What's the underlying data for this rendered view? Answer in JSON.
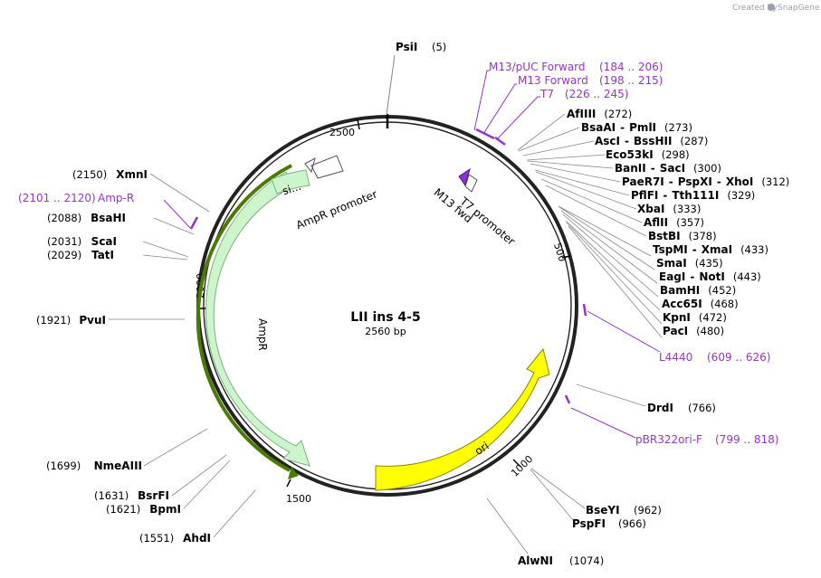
{
  "credit": {
    "created_by": "Created by",
    "brand": "SnapGene"
  },
  "plasmid": {
    "name": "LII ins 4-5",
    "size_label": "2560 bp"
  },
  "ticks": [
    "500",
    "1000",
    "1500",
    "2000",
    "2500"
  ],
  "features": {
    "ampr": "AmpR",
    "ampr_promoter": "AmpR promoter",
    "signal": "si...",
    "ori": "ori",
    "t7_promoter": "T7 promoter",
    "m13_fwd": "M13 fwd"
  },
  "sites_right": [
    {
      "name": "AfIIII",
      "pos": "(272)"
    },
    {
      "name": "BsaAI",
      "name2": "PmlI",
      "pos": "(273)"
    },
    {
      "name": "AscI",
      "name2": "BssHII",
      "pos": "(287)"
    },
    {
      "name": "Eco53kI",
      "pos": "(298)"
    },
    {
      "name": "BanII",
      "name2": "SacI",
      "pos": "(300)"
    },
    {
      "name": "PaeR7I",
      "name2": "PspXI",
      "name3": "XhoI",
      "pos": "(312)"
    },
    {
      "name": "PflFI",
      "name2": "Tth111I",
      "pos": "(329)"
    },
    {
      "name": "XbaI",
      "pos": "(333)"
    },
    {
      "name": "AflII",
      "pos": "(357)"
    },
    {
      "name": "BstBI",
      "pos": "(378)"
    },
    {
      "name": "TspMI",
      "name2": "XmaI",
      "pos": "(433)"
    },
    {
      "name": "SmaI",
      "pos": "(435)"
    },
    {
      "name": "EagI",
      "name2": "NotI",
      "pos": "(443)"
    },
    {
      "name": "BamHI",
      "pos": "(452)"
    },
    {
      "name": "Acc65I",
      "pos": "(468)"
    },
    {
      "name": "KpnI",
      "pos": "(472)"
    },
    {
      "name": "PacI",
      "pos": "(480)"
    }
  ],
  "site_psi": {
    "name": "PsiI",
    "pos": "(5)"
  },
  "site_drd": {
    "name": "DrdI",
    "pos": "(766)"
  },
  "site_bsey": {
    "name": "BseYI",
    "pos": "(962)"
  },
  "site_pspf": {
    "name": "PspFI",
    "pos": "(966)"
  },
  "site_alwn": {
    "name": "AlwNI",
    "pos": "(1074)"
  },
  "sites_left": [
    {
      "name": "XmnI",
      "pos": "(2150)"
    },
    {
      "name": "BsaHI",
      "pos": "(2088)"
    },
    {
      "name": "ScaI",
      "pos": "(2031)"
    },
    {
      "name": "TatI",
      "pos": "(2029)"
    },
    {
      "name": "PvuI",
      "pos": "(1921)"
    },
    {
      "name": "NmeAIII",
      "pos": "(1699)"
    },
    {
      "name": "BsrFI",
      "pos": "(1631)"
    },
    {
      "name": "BpmI",
      "pos": "(1621)"
    },
    {
      "name": "AhdI",
      "pos": "(1551)"
    }
  ],
  "primers": {
    "m13puc": {
      "name": "M13/pUC Forward",
      "range": "(184 .. 206)"
    },
    "m13fwd": {
      "name": "M13 Forward",
      "range": "(198 .. 215)"
    },
    "t7": {
      "name": "T7",
      "range": "(226 .. 245)"
    },
    "l4440": {
      "name": "L4440",
      "range": "(609 .. 626)"
    },
    "pbr322": {
      "name": "pBR322ori-F",
      "range": "(799 .. 818)"
    },
    "ampr": {
      "name": "Amp-R",
      "range": "(2101 .. 2120)"
    }
  },
  "colors": {
    "backbone": "#222222",
    "ampr_fill": "#ccf5cc",
    "ampr_stroke": "#7fb07f",
    "ori_fill": "#ffff00",
    "primer": "#9933cc",
    "promoter_fill": "#ffffff"
  }
}
